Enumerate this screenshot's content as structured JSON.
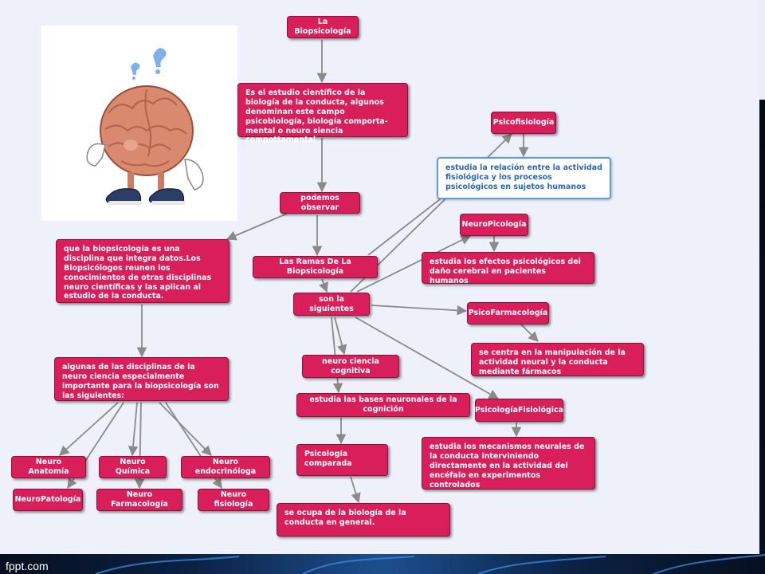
{
  "colors": {
    "node_fill": "#d81f5b",
    "node_border": "#8c1038",
    "node_text": "#ffffff",
    "focus_fill": "#ffffff",
    "focus_border": "#5b9be0",
    "focus_text": "#2a66b5",
    "link": "#8a8a8a",
    "canvas": "#eef0fa"
  },
  "watermark": "fppt.com",
  "illustration": {
    "icon": "brain-character-icon"
  },
  "nodes": {
    "title": "La Biopsicología",
    "definition": "Es el estudio científico de la biología de la conducta, algunos denominan este campo psicobiología, biología comporta-mental o neuro siencia compottamental",
    "podemos": "podemos observar",
    "integra": "que la biopsicología es una disciplina que integra datos.Los Biopsicólogos reunen los conocimientos de otras disciplinas neuro científicas y las aplican al estudio de la conducta.",
    "ramas": "Las Ramas De La Biopsicología",
    "siguientes": "son la siguientes",
    "algunas": "algunas de las disciplinas de la neuro ciencia especialmente importante para la biopsicología son las siguientes:",
    "anatomia": "Neuro Anatomía",
    "quimica": "Neuro Química",
    "endocrino": "Neuro endocrinóloga",
    "patologia": "NeuroPatología",
    "farmacologia": "Neuro Farmacología",
    "fisiologia": "Neuro fisiología",
    "psicofisiologia": "Psicofisiología",
    "psicofisiologia_desc": "estudia la relación entre la actividad fisiológica y los procesos psicológicos en sujetos humanos",
    "neuropsicologia": "NeuroPicología",
    "neuropsicologia_desc": "estudia los efectos psicológicos del daño cerebral en pacientes humanos",
    "psicofarmacologia": "PsicoFarmacología",
    "psicofarmacologia_desc": "se centra en la manipulación de la actividad neural y la conducta mediante fármacos",
    "cognitiva": "neuro ciencia cognitiva",
    "cognitiva_desc": "estudia las bases neuronales de la cognición",
    "psicofisiologica": "PsicologíaFisiológica",
    "psicofisiologica_desc": "estudia los mecanismos neurales de la conducta interviniendo directamente en la actividad del encéfalo en experimentos controlados",
    "comparada": "Psicología comparada",
    "comparada_desc": "se ocupa de la biología de la conducta en general."
  }
}
